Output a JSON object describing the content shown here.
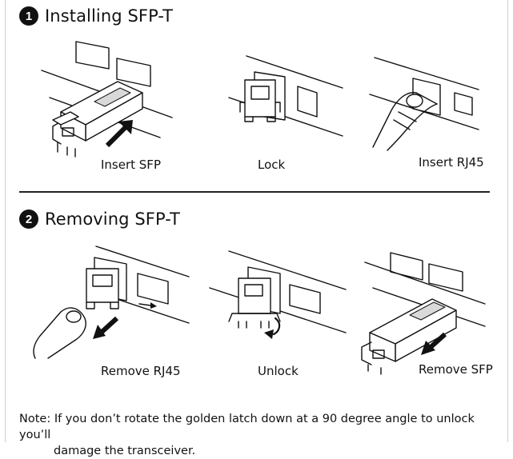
{
  "sections": [
    {
      "number": "1",
      "title": "Installing SFP-T",
      "steps": [
        "Insert SFP",
        "Lock",
        "Insert RJ45"
      ]
    },
    {
      "number": "2",
      "title": "Removing SFP-T",
      "steps": [
        "Remove RJ45",
        "Unlock",
        "Remove SFP"
      ]
    }
  ],
  "note": {
    "line1": "Note: If you don’t rotate the golden latch down at a 90 degree angle to unlock you’ll",
    "line2": "damage the transceiver."
  }
}
